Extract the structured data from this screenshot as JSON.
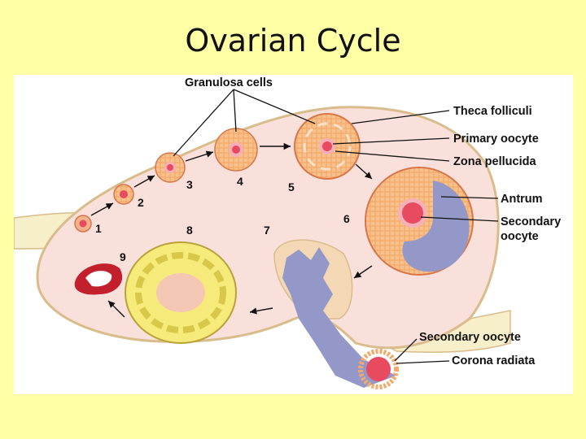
{
  "title": "Ovarian Cycle",
  "labels": {
    "granulosa": "Granulosa cells",
    "theca": "Theca folliculi",
    "primary_oocyte": "Primary oocyte",
    "zona": "Zona pellucida",
    "antrum": "Antrum",
    "secondary_oocyte_1": "Secondary",
    "secondary_oocyte_2": "oocyte",
    "secondary_oocyte_ovulated": "Secondary oocyte",
    "corona": "Corona radiata"
  },
  "stages": [
    "1",
    "2",
    "3",
    "4",
    "5",
    "6",
    "7",
    "8",
    "9"
  ],
  "colors": {
    "background": "#FFFFA5",
    "ovary": "#F9E0DA",
    "ovary_outline": "#D9BC8C",
    "ligament": "#F7EFC9",
    "follicle": "#F2A96A",
    "oocyte": "#E84A5F",
    "antrum": "#9498C8",
    "corpus_luteum": "#F6EB7A",
    "corpus_albicans": "#C3202E"
  }
}
